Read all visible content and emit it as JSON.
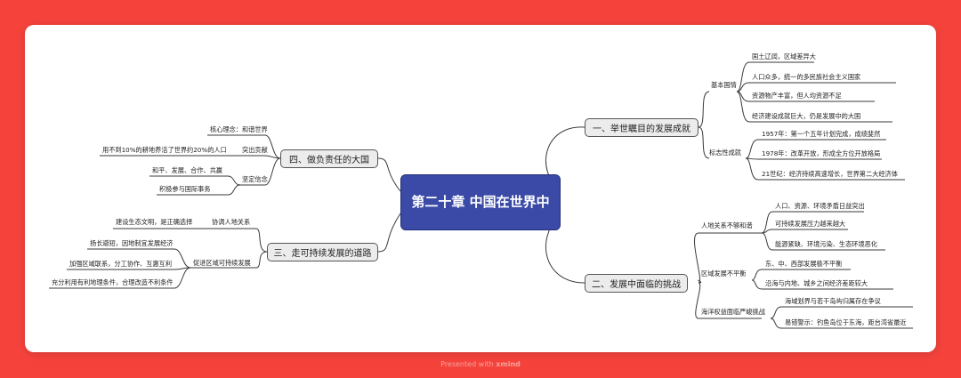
{
  "footer": {
    "prefix": "Presented with",
    "brand": "xmind"
  },
  "central": "第二十章 中国在世界中",
  "b1": {
    "title": "一、举世瞩目的发展成就",
    "g1": {
      "label": "基本国情",
      "items": [
        "国土辽阔，区域差异大",
        "人口众多，统一的多民族社会主义国家",
        "资源物产丰富，但人均资源不足",
        "经济建设成就巨大，仍是发展中的大国"
      ]
    },
    "g2": {
      "label": "标志性成就",
      "items": [
        "1957年：第一个五年计划完成，成绩斐然",
        "1978年：改革开放，形成全方位开放格局",
        "21世纪：经济持续高速增长，世界第二大经济体"
      ]
    }
  },
  "b2": {
    "title": "二、发展中面临的挑战",
    "g1": {
      "label": "人地关系不够和谐",
      "items": [
        "人口、资源、环境矛盾日益突出",
        "可持续发展压力越来越大",
        "能源紧缺、环境污染、生态环境恶化"
      ]
    },
    "g2": {
      "label": "区域发展不平衡",
      "items": [
        "东、中、西部发展极不平衡",
        "沿海与内地、城乡之间经济差距较大"
      ]
    },
    "g3": {
      "label": "海洋权益面临严峻挑战",
      "items": [
        "海域划界与若干岛屿归属存在争议",
        "易错警示：钓鱼岛位于东海，距台湾省最近"
      ]
    }
  },
  "b3": {
    "title": "三、走可持续发展的道路",
    "g1": {
      "label": "协调人地关系",
      "items": [
        "建设生态文明，是正确选择"
      ]
    },
    "g2": {
      "label": "促进区域可持续发展",
      "items": [
        "扬长避短，因地制宜发展经济",
        "加强区域联系，分工协作、互惠互利",
        "充分利用有利地理条件，合理改造不利条件"
      ]
    }
  },
  "b4": {
    "title": "四、做负责任的大国",
    "g1": {
      "label": "核心理念：和谐世界"
    },
    "g2": {
      "label": "突出贡献",
      "items": [
        "用不到10%的耕地养活了世界约20%的人口"
      ]
    },
    "g3": {
      "label": "坚定信念",
      "items": [
        "和平、发展、合作、共赢",
        "积极参与国际事务"
      ]
    }
  }
}
